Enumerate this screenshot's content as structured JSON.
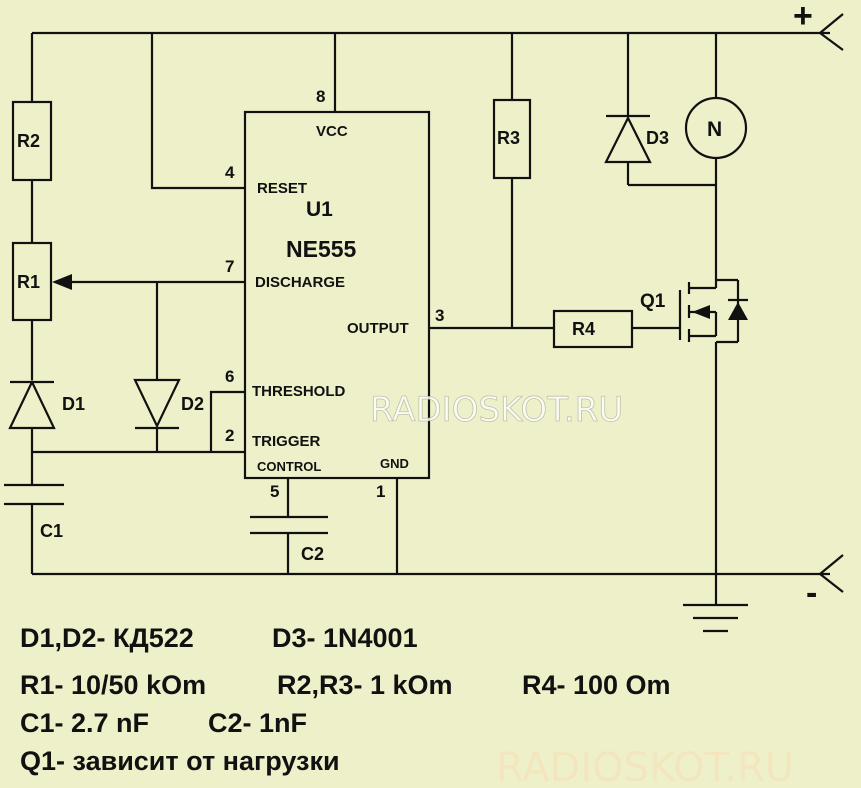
{
  "supply": {
    "plus": "+",
    "minus": "-"
  },
  "ic": {
    "ref": "U1",
    "part": "NE555",
    "pins": {
      "vcc": {
        "num": "8",
        "name": "VCC"
      },
      "reset": {
        "num": "4",
        "name": "RESET"
      },
      "discharge": {
        "num": "7",
        "name": "DISCHARGE"
      },
      "output": {
        "num": "3",
        "name": "OUTPUT"
      },
      "threshold": {
        "num": "6",
        "name": "THRESHOLD"
      },
      "trigger": {
        "num": "2",
        "name": "TRIGGER"
      },
      "control": {
        "num": "5",
        "name": "CONTROL"
      },
      "gnd": {
        "num": "1",
        "name": "GND"
      }
    }
  },
  "components": {
    "r1": "R1",
    "r2": "R2",
    "r3": "R3",
    "r4": "R4",
    "d1": "D1",
    "d2": "D2",
    "d3": "D3",
    "c1": "C1",
    "c2": "C2",
    "q1": "Q1",
    "motor": "N"
  },
  "legend": {
    "line1a": "D1,D2- КД522",
    "line1b": "D3- 1N4001",
    "line2a": "R1- 10/50 kOm",
    "line2b": "R2,R3- 1 kOm",
    "line2c": "R4- 100 Om",
    "line3a": "C1- 2.7 nF",
    "line3b": "C2- 1nF",
    "line4": "Q1- зависит от нагрузки"
  },
  "watermark": {
    "center": "RADIOSKOT.RU",
    "bottom": "RADIOSKOT.RU"
  }
}
